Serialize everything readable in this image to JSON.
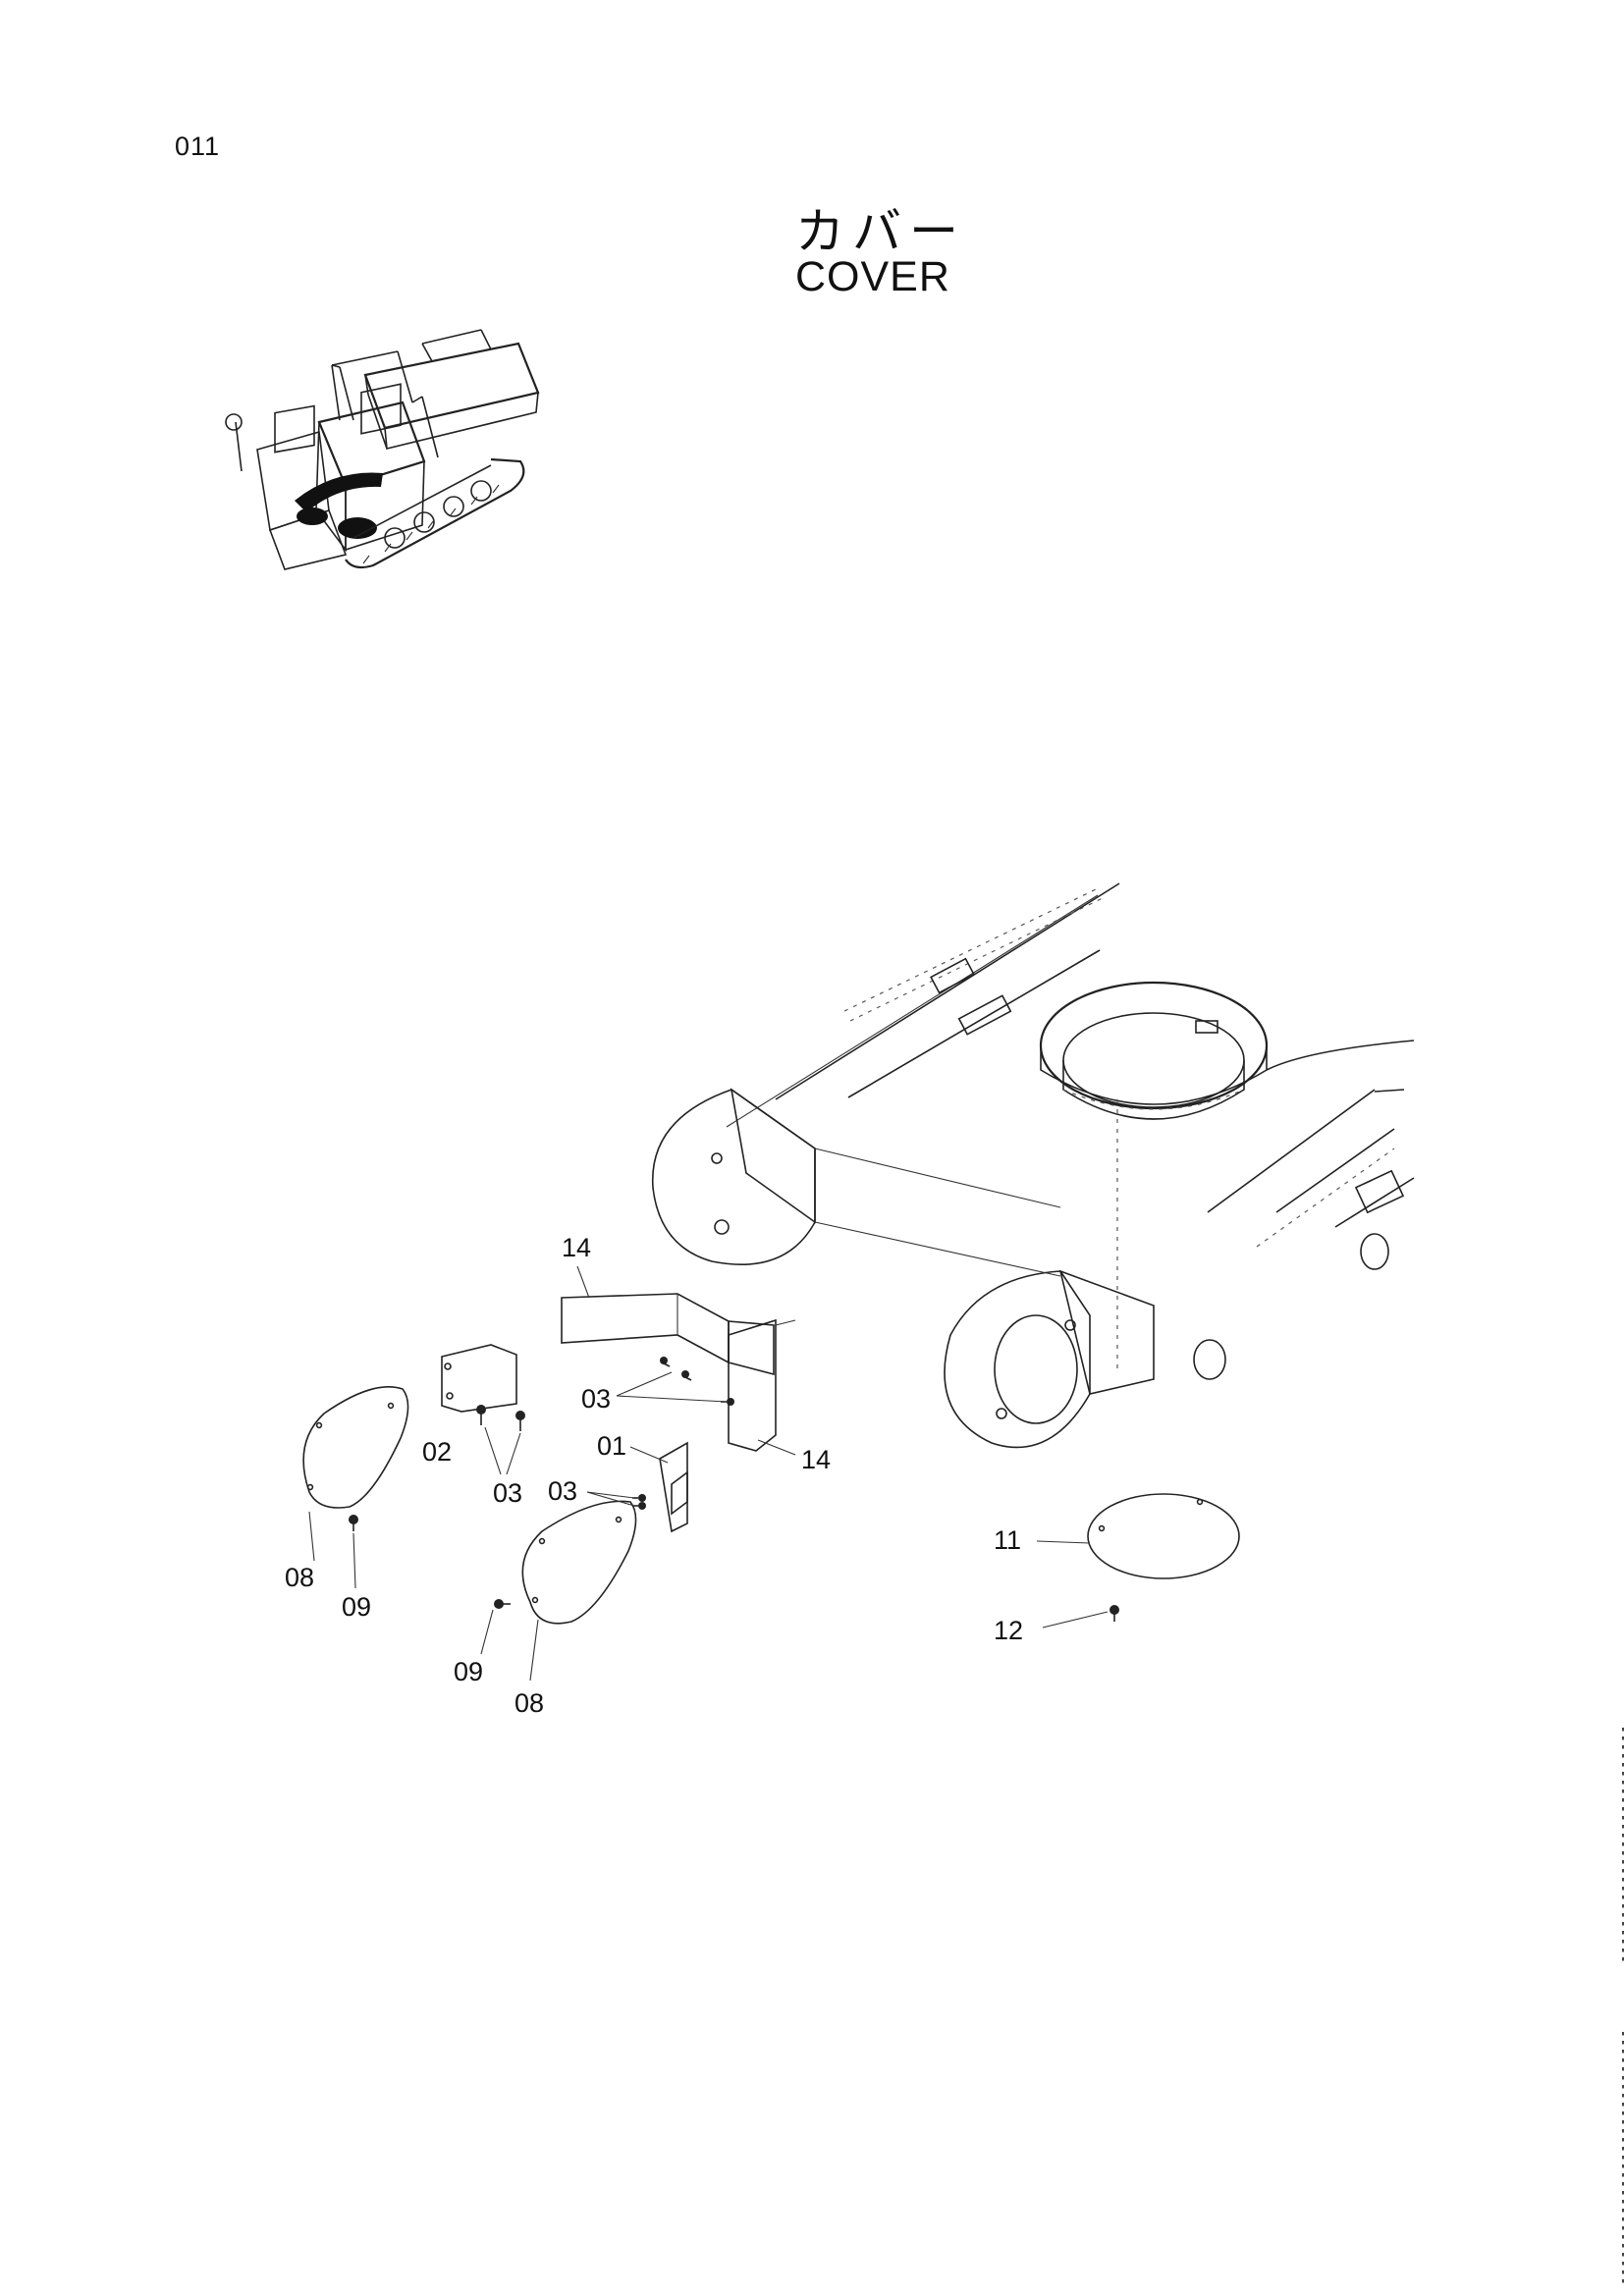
{
  "page": {
    "number": "011"
  },
  "title": {
    "japanese": "カバー",
    "english": "COVER"
  },
  "callouts": [
    {
      "id": "c-14a",
      "label": "14"
    },
    {
      "id": "c-14b",
      "label": "14"
    },
    {
      "id": "c-03a",
      "label": "03"
    },
    {
      "id": "c-02",
      "label": "02"
    },
    {
      "id": "c-03b",
      "label": "03"
    },
    {
      "id": "c-01",
      "label": "01"
    },
    {
      "id": "c-03c",
      "label": "03"
    },
    {
      "id": "c-11",
      "label": "11"
    },
    {
      "id": "c-08a",
      "label": "08"
    },
    {
      "id": "c-09a",
      "label": "09"
    },
    {
      "id": "c-09b",
      "label": "09"
    },
    {
      "id": "c-08b",
      "label": "08"
    },
    {
      "id": "c-12",
      "label": "12"
    }
  ]
}
